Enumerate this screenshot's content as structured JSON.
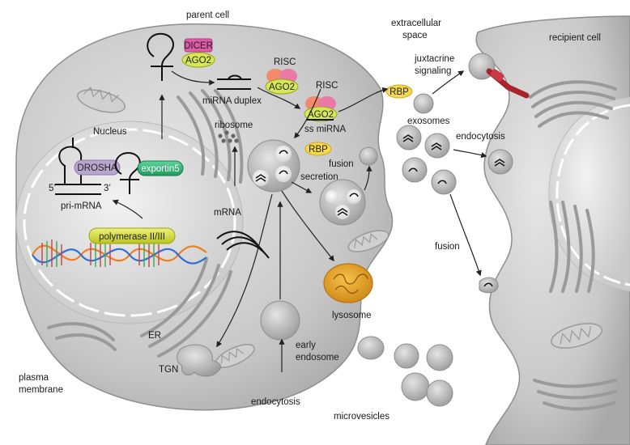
{
  "labels": {
    "parent_cell": "parent cell",
    "extracellular_space_line1": "extracellular",
    "extracellular_space_line2": "space",
    "recipient_cell": "recipient cell",
    "juxtacrine_line1": "juxtacrine",
    "juxtacrine_line2": "signaling",
    "risc_1": "RISC",
    "risc_2": "RISC",
    "mirna_duplex": "miRNA duplex",
    "ss_mirna": "ss miRNA",
    "ribosome": "ribosome",
    "nucleus": "Nucleus",
    "five_prime": "5’",
    "three_prime": "3’",
    "pri_mrna": "pri-mRNA",
    "mrna": "mRNA",
    "fusion_1": "fusion",
    "fusion_2": "fusion",
    "secretion": "secretion",
    "exosomes": "exosomes",
    "endocytosis_1": "endocytosis",
    "endocytosis_2": "endocytosis",
    "lysosome": "lysosome",
    "er": "ER",
    "tgn": "TGN",
    "early_endosome_line1": "early",
    "early_endosome_line2": "endosome",
    "plasma_membrane_line1": "plasma",
    "plasma_membrane_line2": "membrane",
    "microvesicles": "microvesicles"
  },
  "proteins": {
    "dicer": "DICER",
    "ago2_1": "AGO2",
    "ago2_2": "AGO2",
    "ago2_3": "AGO2",
    "drosha": "DROSHA",
    "exportin5": "exportin5",
    "polymerase": "polymerase II/III",
    "rbp_1": "RBP",
    "rbp_2": "RBP"
  },
  "colors": {
    "cell_fill": "#bdbdbd",
    "cell_edge": "#8e8e8e",
    "nucleus_fill": "#d9d9d9",
    "ago2": "#d6e85a",
    "dicer": "#e05aa8",
    "risc_cap": "#f28a6b",
    "exportin": "#2bb673",
    "drosha": "#b9a6cf",
    "rbp": "#f6d84a",
    "polymerase": "#d6e038",
    "lysosome": "#e6a21a",
    "receptor": "#a8232b"
  }
}
